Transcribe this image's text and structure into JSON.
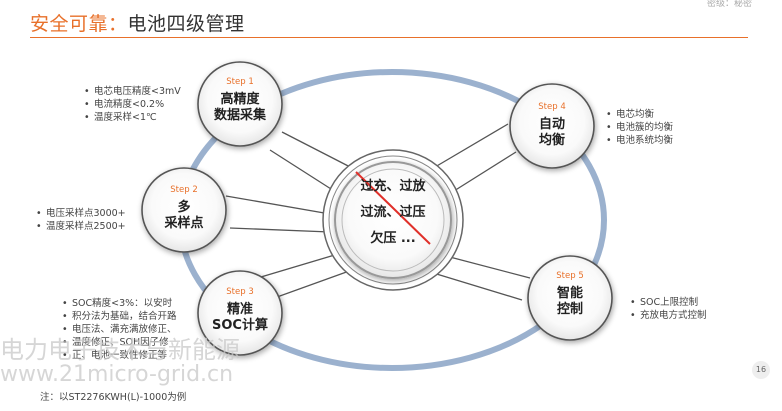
{
  "header": {
    "title_accent": "安全可靠：",
    "title_rest": "电池四级管理",
    "confidential": "密级：秘密"
  },
  "center": {
    "line1": "过充、过放",
    "line2": "过流、过压",
    "line3": "欠压 ..."
  },
  "steps": [
    {
      "label": "Step 1",
      "line1": "高精度",
      "line2": "数据采集",
      "bullets": [
        "电芯电压精度<3mV",
        "电流精度<0.2%",
        "温度采样<1℃"
      ]
    },
    {
      "label": "Step 2",
      "line1": "多",
      "line2": "采样点",
      "bullets": [
        "电压采样点3000+",
        "温度采样点2500+"
      ]
    },
    {
      "label": "Step 3",
      "line1": "精准",
      "line2": "SOC计算",
      "bullets": [
        "SOC精度<3%：以安时",
        "积分法为基础，结合开路",
        "电压法、满充满放修正、",
        "温度修正、SOH因子修",
        "正、电池一致性修正等"
      ]
    },
    {
      "label": "Step 4",
      "line1": "自动",
      "line2": "均衡",
      "bullets": [
        "电芯均衡",
        "电池簇的均衡",
        "电池系统均衡"
      ]
    },
    {
      "label": "Step 5",
      "line1": "智能",
      "line2": "控制",
      "bullets": [
        "SOC上限控制",
        "充放电方式控制"
      ]
    }
  ],
  "watermark": {
    "line1": "电力电子技术与新能源",
    "line2": "www.21micro-grid.cn"
  },
  "footnote": "注：以ST2276KWH(L)-1000为例",
  "page_number": "16"
}
